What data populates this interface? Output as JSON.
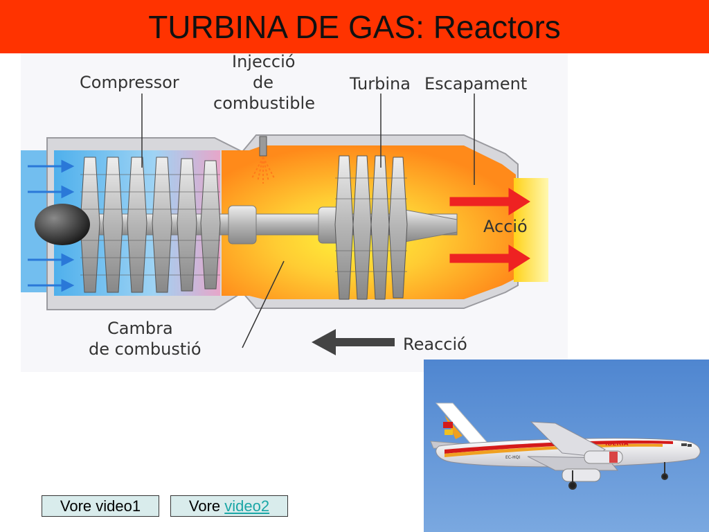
{
  "slide": {
    "title": "TURBINA DE GAS: Reactors"
  },
  "diagram": {
    "labels": {
      "compressor": "Compressor",
      "injection_1": "Injecció",
      "injection_2": "de",
      "injection_3": "combustible",
      "turbine": "Turbina",
      "exhaust": "Escapament",
      "action": "Acció",
      "chamber_1": "Cambra",
      "chamber_2": "de combustió",
      "reaction": "Reacció"
    }
  },
  "photo": {
    "airline": "IBERIA",
    "registration": "EC-HQI"
  },
  "buttons": {
    "video1_label": "Vore video1",
    "video2_prefix": "Vore ",
    "video2_link": "video2"
  },
  "colors": {
    "title_bar": "#ff3300",
    "intake_blue": "#5ab4ec",
    "chamber_orange": "#ff8c1a",
    "chamber_yellow": "#ffee33",
    "arrow_red": "#ee2222",
    "sky": "#5a8fd6"
  }
}
